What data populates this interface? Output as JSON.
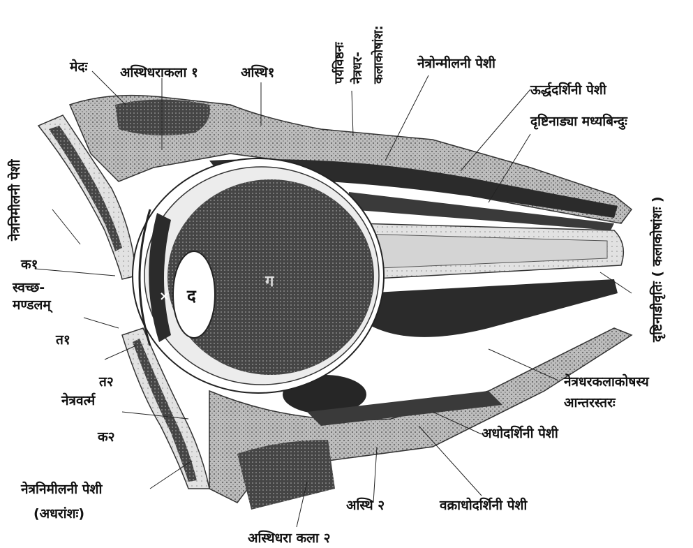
{
  "figure": {
    "labels": {
      "medah": "मेदः",
      "asthidharakala1": "अस्थिधराकला १",
      "asthi1": "अस्थि१",
      "parivishthana_line1": "पर्यविष्ठनः",
      "parivishthana_line2": "नेत्रधर-",
      "parivishthana_line3": "कलाकोषांश:",
      "netronmilani": "नेत्रोन्मीलनी पेशी",
      "urdhvadarshini": "ऊर्द्धदर्शिनी पेशी",
      "drishtinadi_madhya": "दृष्टिनाड्या मध्यबिन्दुः",
      "drishtinadi_avrti": "दृष्टिनाडीवृतिः ( कलाकोषांशः )",
      "netranimilani_upper": "नेत्रनिमीलनी पेशी",
      "ka1": "क१",
      "svachha_line1": "स्वच्छ-",
      "svachha_line2": "मण्डलम्",
      "ta1": "त१",
      "ta2": "त२",
      "netravartma": "नेत्रवर्त्म",
      "ka2": "क२",
      "netranimilani_lower_line1": "नेत्रनिमीलनी पेशी",
      "netranimilani_lower_line2": "(अधरांशः)",
      "asthi2": "अस्थि २",
      "asthidharakala2": "अस्थिधरा कला २",
      "vakradhodarshini": "वक्राधोदर्शिनी पेशी",
      "adhodarshini": "अधोदर्शिनी पेशी",
      "antarastara_line1": "नेत्रधरकलाकोषस्य",
      "antarastara_line2": "आन्तरस्तरः",
      "lens_letter": "द",
      "vitreous_letter": "ग",
      "cornea_mark": "×"
    }
  }
}
